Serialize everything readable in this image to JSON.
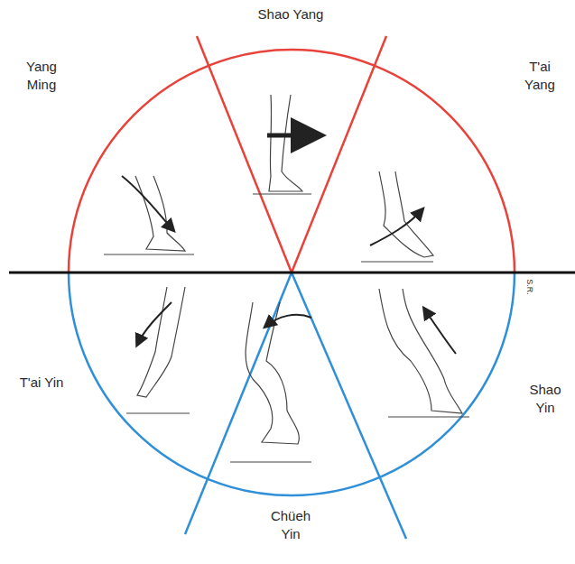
{
  "diagram": {
    "labels": [
      "Shao Yang",
      "Yang Ming",
      "T'ai Yang",
      "T'ai Yin",
      "Shao Yin",
      "Chüeh Yin",
      "S.R."
    ]
  }
}
